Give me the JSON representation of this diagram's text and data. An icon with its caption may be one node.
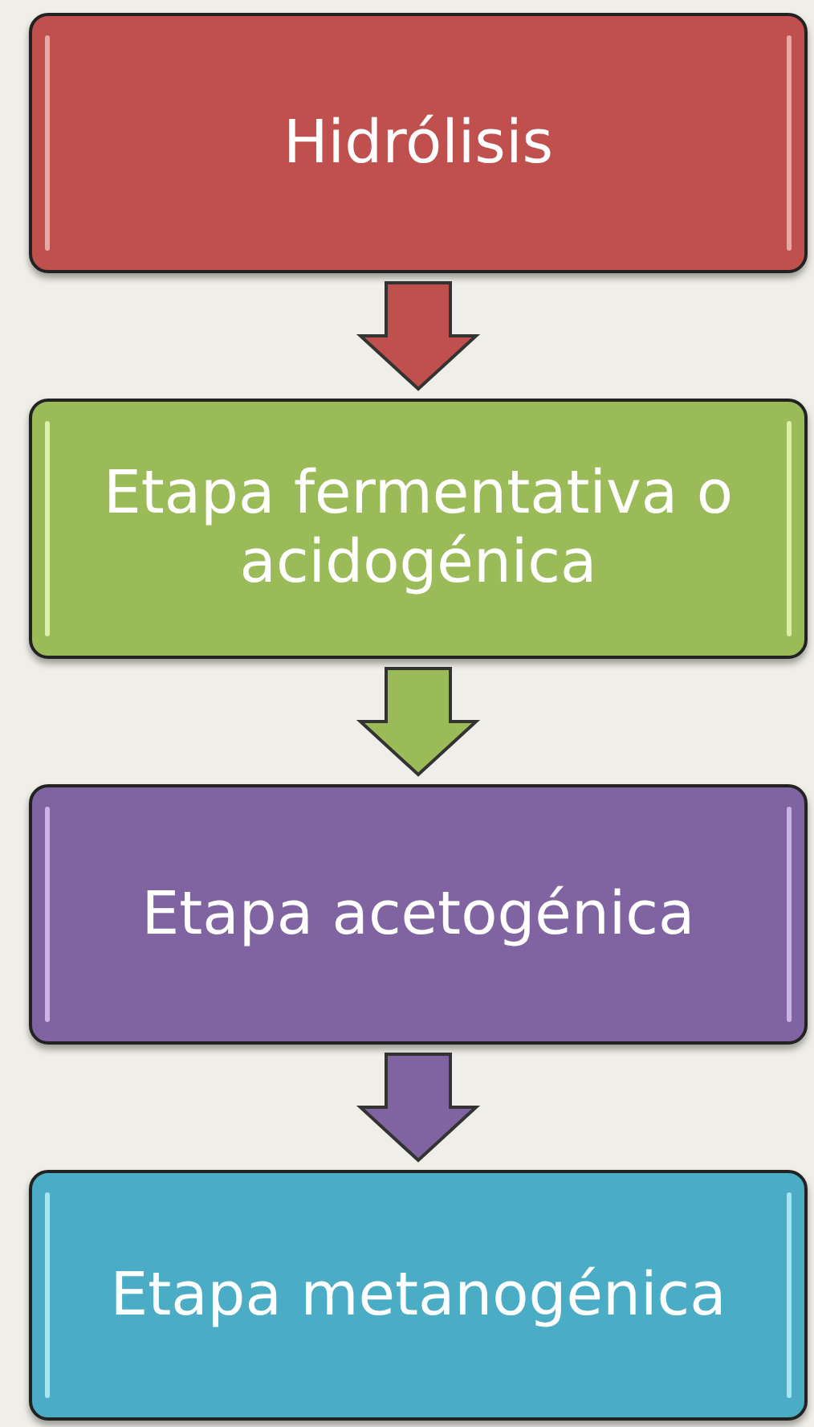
{
  "diagram": {
    "nodes": [
      {
        "text": [
          "Hidrólisis"
        ]
      },
      {
        "text": [
          "Etapa fermentativa o acidogénica"
        ]
      },
      {
        "text": [
          "Etapa acetogénica"
        ]
      },
      {
        "text": [
          "Etapa metanogénica"
        ]
      }
    ],
    "edges": [
      {
        "from": 0,
        "to": 1,
        "arrow": "to",
        "color": "#c0504d"
      },
      {
        "from": 1,
        "to": 2,
        "arrow": "to",
        "color": "#9bbb59"
      },
      {
        "from": 2,
        "to": 3,
        "arrow": "to",
        "color": "#8064a2"
      }
    ]
  }
}
